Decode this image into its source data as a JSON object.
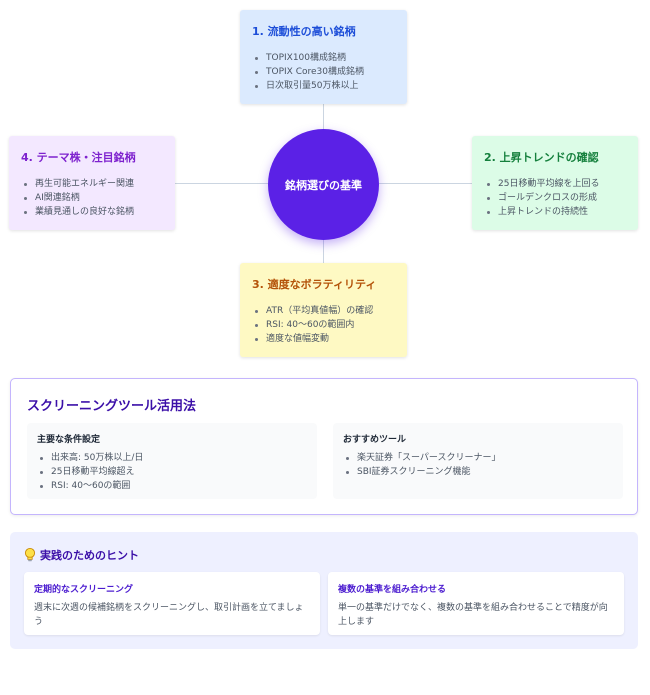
{
  "diagram": {
    "center_label": "銘柄選びの基準",
    "criteria": [
      {
        "title": "1. 流動性の高い銘柄",
        "items": [
          "TOPIX100構成銘柄",
          "TOPIX Core30構成銘柄",
          "日次取引量50万株以上"
        ]
      },
      {
        "title": "2. 上昇トレンドの確認",
        "items": [
          "25日移動平均線を上回る",
          "ゴールデンクロスの形成",
          "上昇トレンドの持続性"
        ]
      },
      {
        "title": "3. 適度なボラティリティ",
        "items": [
          "ATR（平均真値幅）の確認",
          "RSI: 40〜60の範囲内",
          "適度な値幅変動"
        ]
      },
      {
        "title": "4. テーマ株・注目銘柄",
        "items": [
          "再生可能エネルギー関連",
          "AI関連銘柄",
          "業績見通しの良好な銘柄"
        ]
      }
    ]
  },
  "screening": {
    "title": "スクリーニングツール活用法",
    "conditions": {
      "title": "主要な条件設定",
      "items": [
        "出来高: 50万株以上/日",
        "25日移動平均線超え",
        "RSI: 40〜60の範囲"
      ]
    },
    "tools": {
      "title": "おすすめツール",
      "items": [
        "楽天証券「スーパースクリーナー」",
        "SBI証券スクリーニング機能"
      ]
    }
  },
  "hints": {
    "icon": "lightbulb-icon",
    "title": "実践のためのヒント",
    "cards": [
      {
        "title": "定期的なスクリーニング",
        "body": "週末に次週の候補銘柄をスクリーニングし、取引計画を立てましょう"
      },
      {
        "title": "複数の基準を組み合わせる",
        "body": "単一の基準だけでなく、複数の基準を組み合わせることで精度が向上します"
      }
    ]
  },
  "colors": {
    "center": "#5b21e6",
    "card1": "#dbeafe",
    "card2": "#dcfce7",
    "card3": "#fef9c3",
    "card4": "#f3e8ff",
    "section_title": "#3b0fa8"
  }
}
